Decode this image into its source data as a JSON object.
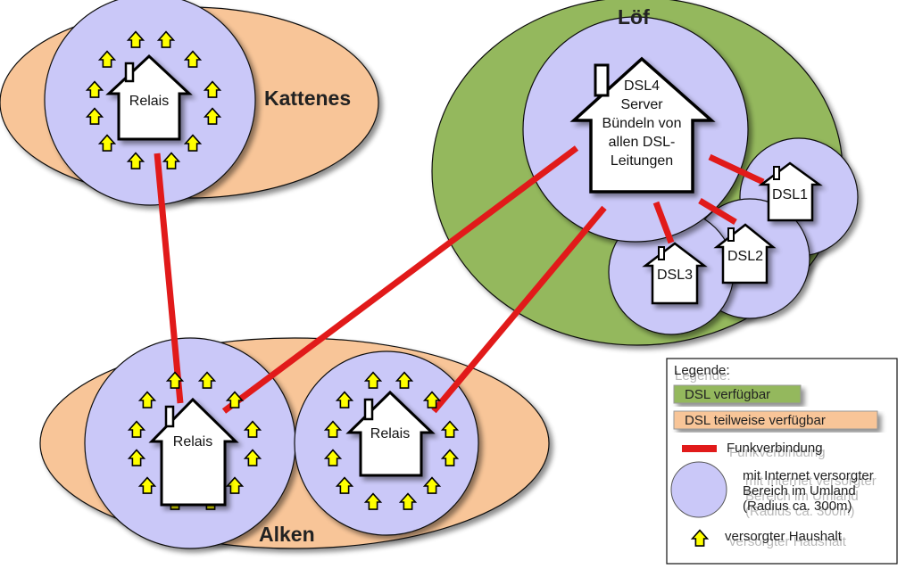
{
  "colors": {
    "dsl_available": "#94b85d",
    "dsl_partial": "#f8c598",
    "covered_area": "#cac8f8",
    "radio_link": "#e11a1a",
    "household": "#ffff00"
  },
  "regions": {
    "kattenes": "Kattenes",
    "loef": "Löf",
    "alken": "Alken"
  },
  "houses": {
    "relais_kattenes": "Relais",
    "relais_alken_left": "Relais",
    "relais_alken_right": "Relais",
    "server_lines": [
      "DSL4",
      "Server",
      "Bündeln von",
      "allen DSL-",
      "Leitungen"
    ],
    "dsl1": "DSL1",
    "dsl2": "DSL2",
    "dsl3": "DSL3"
  },
  "legend": {
    "title": "Legende:",
    "dsl_available": "DSL verfügbar",
    "dsl_partial": "DSL teilweise verfügbar",
    "radio_link": "Funkverbindung",
    "covered_area_lines": [
      "mit Internet versorgter",
      "Bereich im Umland",
      "(Radius ca. 300m)"
    ],
    "household": "versorgter Haushalt"
  }
}
